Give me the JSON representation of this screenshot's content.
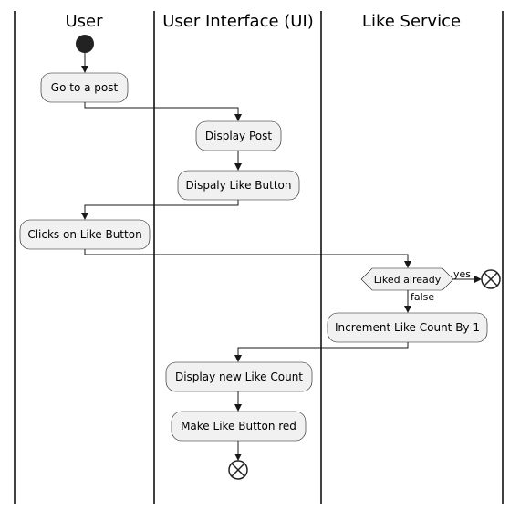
{
  "lanes": [
    {
      "title": "User"
    },
    {
      "title": "User Interface (UI)"
    },
    {
      "title": "Like Service"
    }
  ],
  "nodes": {
    "go_to_post": "Go to a post",
    "display_post": "Display Post",
    "display_like_button": "Dispaly Like Button",
    "clicks_like_button": "Clicks on Like Button",
    "liked_already": "Liked already",
    "increment_like": "Increment Like Count By 1",
    "display_new_count": "Display new Like Count",
    "make_button_red": "Make Like Button red"
  },
  "edge_labels": {
    "yes": "yes",
    "false": "false"
  }
}
